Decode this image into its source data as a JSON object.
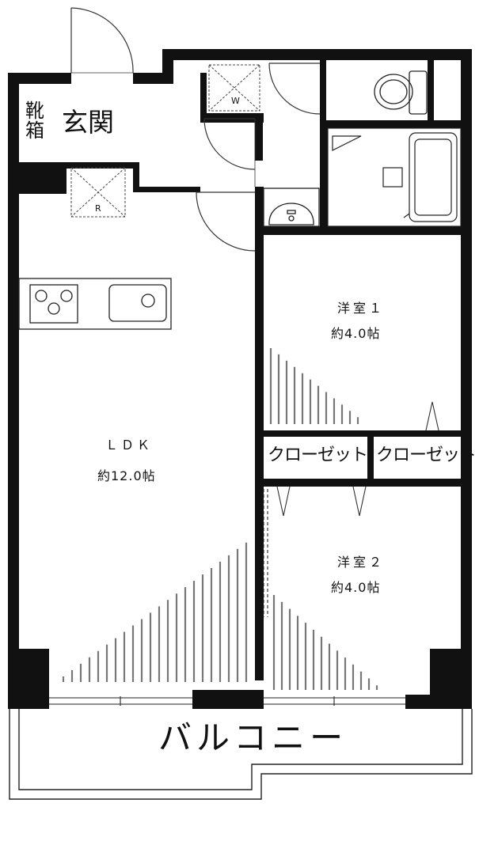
{
  "plan": {
    "rooms": {
      "genkan": {
        "name": "玄関"
      },
      "shoe_cabinet": {
        "line1": "靴",
        "line2": "箱"
      },
      "ldk": {
        "name": "ＬＤＫ",
        "size": "約12.0帖"
      },
      "room1": {
        "name": "洋室１",
        "size": "約4.0帖"
      },
      "room2": {
        "name": "洋室２",
        "size": "約4.0帖"
      },
      "closet1": {
        "name": "クローゼット"
      },
      "closet2": {
        "name": "クローゼット"
      },
      "balcony": {
        "name": "バルコニー"
      }
    },
    "markers": {
      "washer": "W",
      "fridge": "R"
    }
  }
}
